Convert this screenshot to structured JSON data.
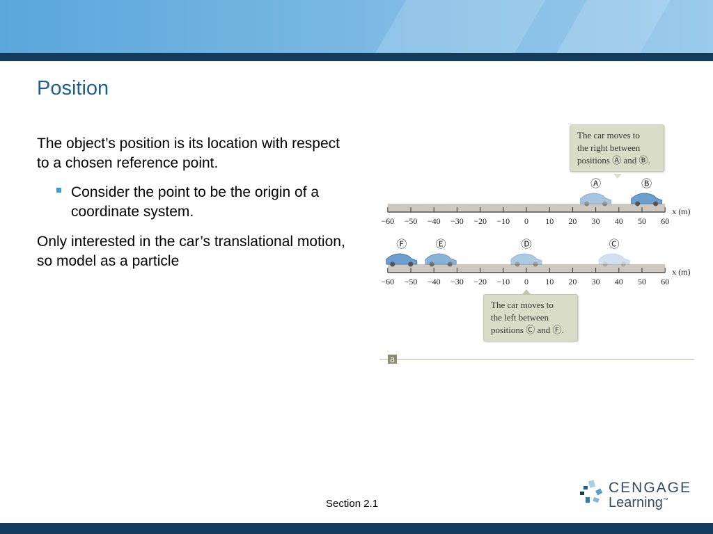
{
  "title": "Position",
  "body": {
    "p1": "The object’s position is its location with respect to a chosen reference point.",
    "bullet": "Consider the point to be the origin of a coordinate system.",
    "p2": "Only interested in the car’s translational motion, so model as a particle"
  },
  "footer": "Section 2.1",
  "logo": {
    "line1": "CENGAGE",
    "line2": "Learning",
    "tm": "™"
  },
  "colors": {
    "title": "#1f5f8f",
    "navy": "#123a5a",
    "bullet": "#3b9ad8"
  },
  "figure": {
    "axis_label": "x (m)",
    "ticks": [
      -60,
      -50,
      -40,
      -30,
      -20,
      -10,
      0,
      10,
      20,
      30,
      40,
      50,
      60
    ],
    "tick_labels": [
      "−60",
      "−50",
      "−40",
      "−30",
      "−20",
      "−10",
      "0",
      "10",
      "20",
      "30",
      "40",
      "50",
      "60"
    ],
    "top_callout": [
      "The car moves to",
      "the right between",
      "positions Ⓐ and Ⓑ."
    ],
    "bottom_callout": [
      "The car moves to",
      "the left between",
      "positions Ⓒ and Ⓕ."
    ],
    "top_cars": [
      {
        "label": "Ⓐ",
        "x": 30
      },
      {
        "label": "Ⓑ",
        "x": 52
      }
    ],
    "bottom_cars": [
      {
        "label": "Ⓕ",
        "x": -54
      },
      {
        "label": "Ⓔ",
        "x": -37
      },
      {
        "label": "Ⓓ",
        "x": 0
      },
      {
        "label": "Ⓒ",
        "x": 38
      }
    ],
    "panel_label": "a"
  }
}
